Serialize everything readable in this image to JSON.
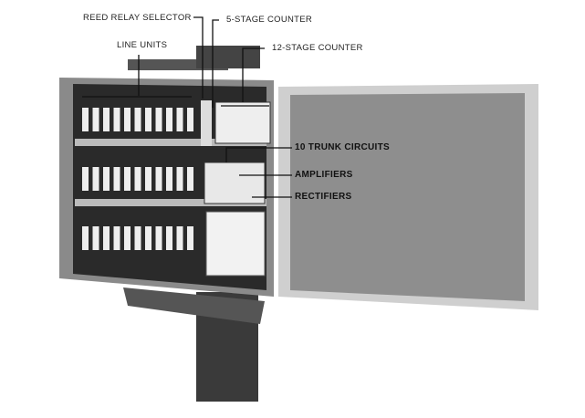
{
  "labels": {
    "reed_relay_selector": "REED RELAY SELECTOR",
    "five_stage_counter": "5-STAGE COUNTER",
    "line_units": "LINE UNITS",
    "twelve_stage_counter": "12-STAGE COUNTER",
    "trunk_circuits": "10 TRUNK CIRCUITS",
    "amplifiers": "AMPLIFIERS",
    "rectifiers": "RECTIFIERS"
  }
}
